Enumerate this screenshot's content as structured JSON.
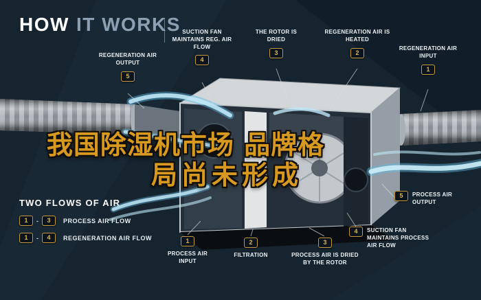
{
  "title": {
    "primary": "HOW",
    "secondary": "IT WORKS"
  },
  "overlay": {
    "line1": "我国除湿机市场 品牌格",
    "line2": "局尚未形成",
    "text_color": "#d7991f"
  },
  "callouts": {
    "reg_air_output": {
      "number": "5",
      "label": "REGENERATION AIR OUTPUT"
    },
    "suction_fan_reg": {
      "number": "4",
      "label": "SUCTION FAN MAINTAINS REG. AIR FLOW"
    },
    "rotor_dried": {
      "number": "3",
      "label": "THE ROTOR IS DRIED"
    },
    "reg_air_heated": {
      "number": "2",
      "label": "REGENERATION AIR IS HEATED"
    },
    "reg_air_input": {
      "number": "1",
      "label": "REGENERATION AIR INPUT"
    },
    "process_air_output": {
      "number": "5",
      "label": "PROCESS AIR OUTPUT"
    },
    "suction_fan_process": {
      "number": "4",
      "label": "SUCTION FAN MAINTAINS PROCESS AIR FLOW"
    },
    "process_air_dried": {
      "number": "3",
      "label": "PROCESS AIR IS DRIED BY THE ROTOR"
    },
    "filtration": {
      "number": "2",
      "label": "FILTRATION"
    },
    "process_air_input": {
      "number": "1",
      "label": "PROCESS AIR INPUT"
    }
  },
  "legend": {
    "heading": "TWO FLOWS OF AIR",
    "rows": [
      {
        "from": "1",
        "separator": "-",
        "to": "3",
        "label": "PROCESS AIR FLOW"
      },
      {
        "from": "1",
        "separator": "-",
        "to": "4",
        "label": "REGENERATION AIR FLOW"
      }
    ]
  },
  "colors": {
    "background": "#16242f",
    "accent_gold": "#c49a3e",
    "badge_text": "#dcb65a",
    "label_text": "#eef3f6",
    "airflow_blue": "#a5ddf4",
    "overlay_gold": "#d7991f"
  }
}
